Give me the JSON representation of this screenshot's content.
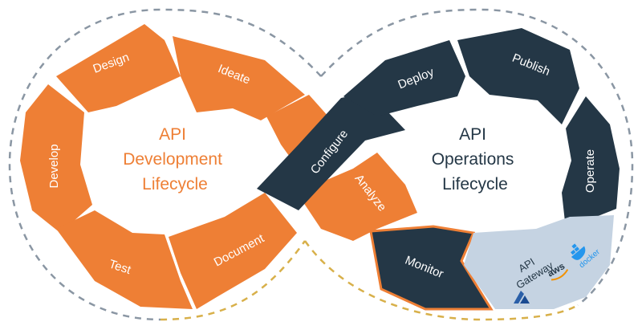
{
  "dev_lifecycle": {
    "title_lines": [
      "API",
      "Development",
      "Lifecycle"
    ],
    "stages": [
      "Design",
      "Ideate",
      "Develop",
      "Test",
      "Document"
    ]
  },
  "ops_lifecycle": {
    "title_lines": [
      "API",
      "Operations",
      "Lifecycle"
    ],
    "stages": [
      "Deploy",
      "Publish",
      "Operate",
      "Monitor"
    ]
  },
  "crossover": {
    "configure": "Configure",
    "analyze": "Analyze"
  },
  "gateway": {
    "title_lines": [
      "API",
      "Gateway"
    ],
    "logos": [
      {
        "name": "azure",
        "icon": "azure-logo-icon"
      },
      {
        "name": "aws",
        "icon": "aws-logo-icon",
        "text": "aws"
      },
      {
        "name": "docker",
        "icon": "docker-logo-icon",
        "text": "docker"
      }
    ]
  },
  "colors": {
    "orange": "#ee7f35",
    "navy": "#243746",
    "gateway_bg": "#c5d3e2",
    "dash_gray": "#8a96a3",
    "dash_gold": "#d8b04a"
  }
}
